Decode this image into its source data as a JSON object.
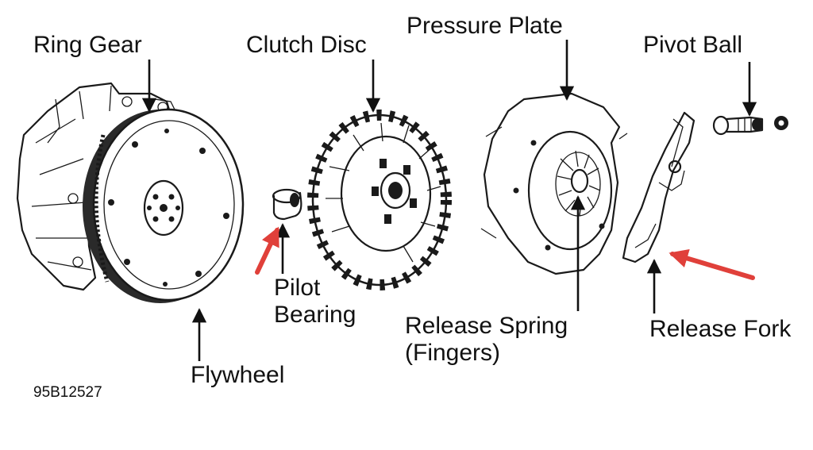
{
  "labels": {
    "ring_gear": "Ring Gear",
    "clutch_disc": "Clutch Disc",
    "pressure_plate": "Pressure Plate",
    "pivot_ball": "Pivot Ball",
    "pilot_bearing_line1": "Pilot",
    "pilot_bearing_line2": "Bearing",
    "release_spring_line1": "Release Spring",
    "release_spring_line2": "(Fingers)",
    "release_fork": "Release Fork",
    "flywheel": "Flywheel"
  },
  "figure_code": "95B12527",
  "colors": {
    "ink": "#1a1a1a",
    "highlight_arrow": "#e0403a",
    "background": "#ffffff"
  }
}
